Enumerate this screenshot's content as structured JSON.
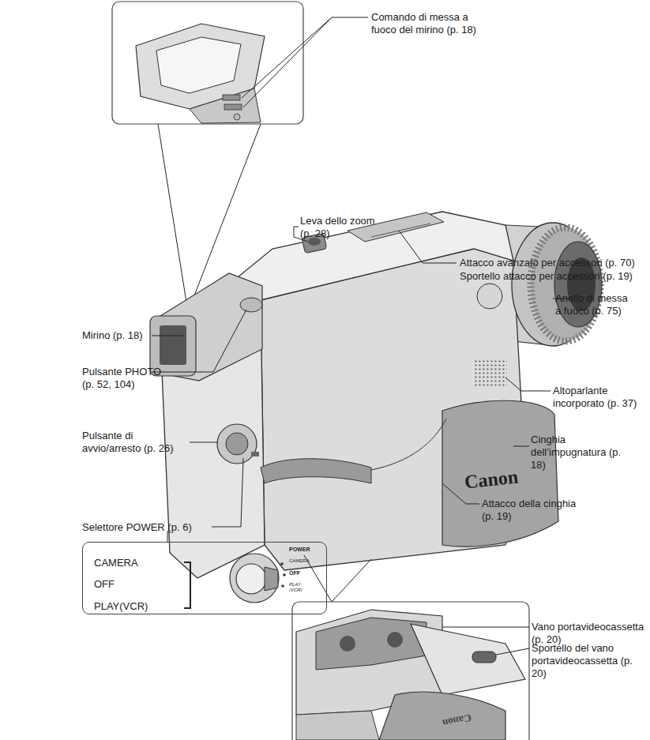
{
  "diagram": {
    "nodes": [
      {
        "text": [
          "CAMERA",
          "OFF",
          "PLAY(VCR)"
        ]
      }
    ],
    "labels": [
      "Comando di messa a fuoco del mirino (p. 18)",
      "Leva dello zoom (p. 28)",
      "Attacco avanzato per accessori (p. 70)",
      "Sportello attacco per accessori (p. 19)",
      "Anello di messa a fuoco (p. 75)",
      "Mirino (p. 18)",
      "Pulsante PHOTO (p. 52, 104)",
      "Altoparlante incorporato (p. 37)",
      "Pulsante di avvio/arresto (p. 26)",
      "Cinghia dell’impugnatura (p. 18)",
      "Attacco della cinghia (p. 19)",
      "Selettore POWER (p. 6)",
      "Vano portavideocassetta (p. 20)",
      "Sportello del vano portavideocassetta (p. 20)",
      "Canon",
      "POWER",
      "CAMERA",
      "OFF",
      "PLAY (VCR)",
      "Canon"
    ]
  }
}
